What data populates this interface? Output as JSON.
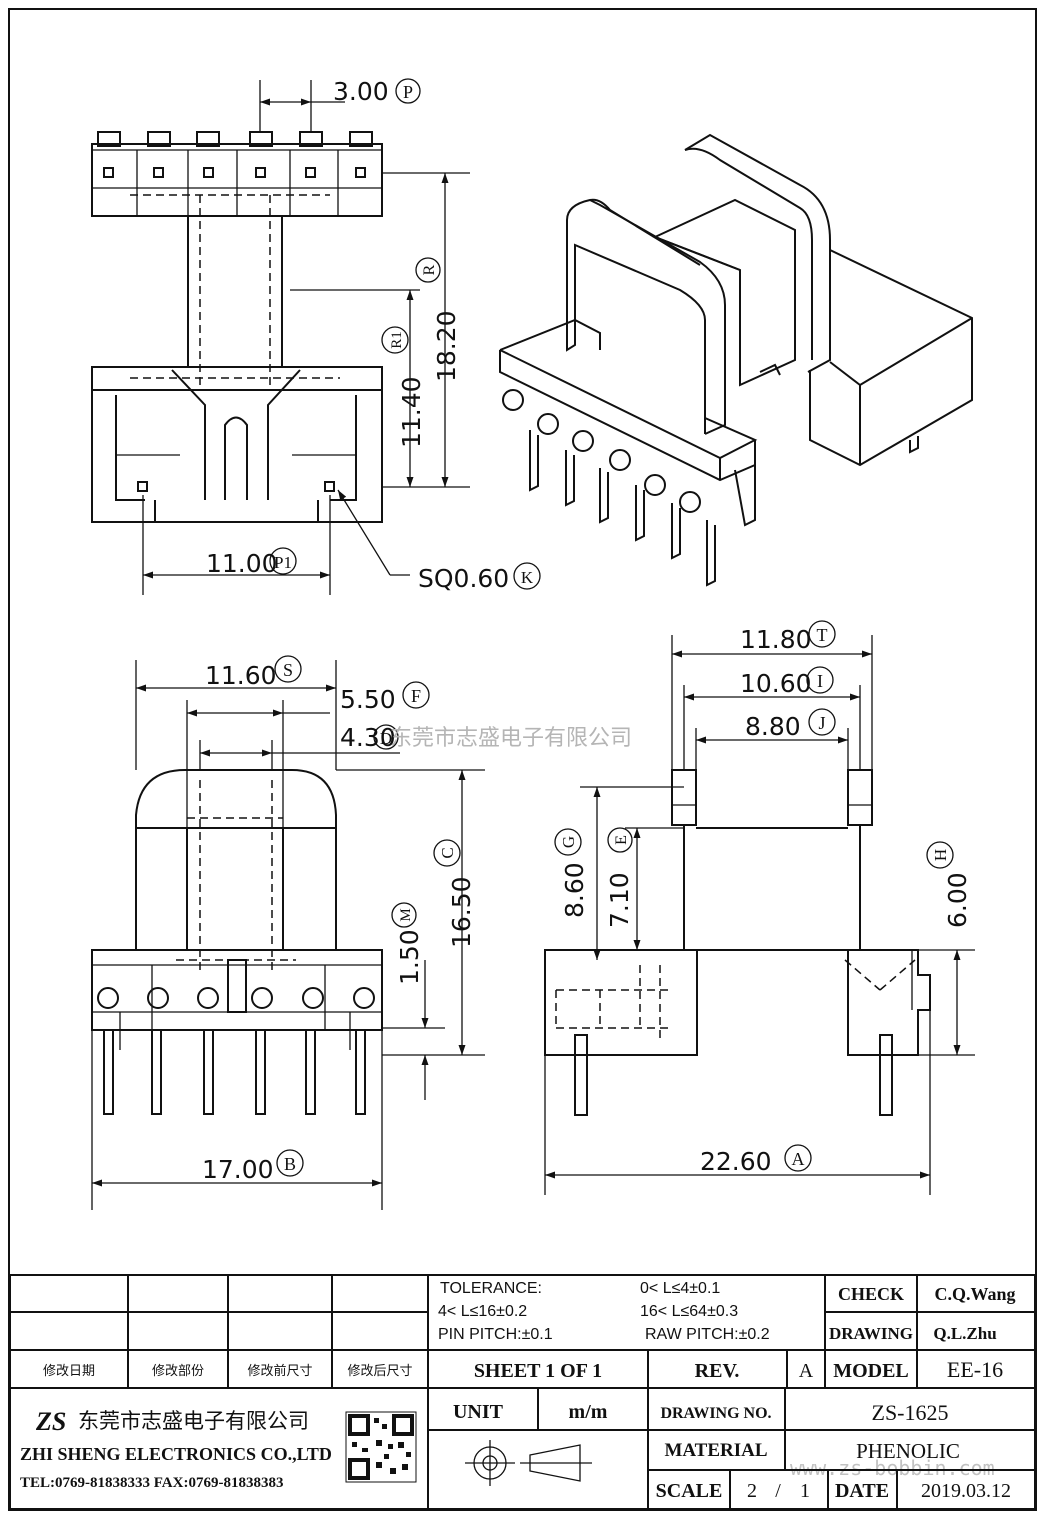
{
  "dimensions": [
    {
      "value": "3.00",
      "tag": "P"
    },
    {
      "value": "18.20",
      "tag": "R"
    },
    {
      "value": "11.40",
      "tag": "R1"
    },
    {
      "value": "11.00",
      "tag": "P1"
    },
    {
      "value": "SQ0.60",
      "tag": "K"
    },
    {
      "value": "11.60",
      "tag": "S"
    },
    {
      "value": "5.50",
      "tag": "F"
    },
    {
      "value": "4.30",
      "tag": "D"
    },
    {
      "value": "16.50",
      "tag": "C"
    },
    {
      "value": "1.50",
      "tag": "M"
    },
    {
      "value": "17.00",
      "tag": "B"
    },
    {
      "value": "11.80",
      "tag": "T"
    },
    {
      "value": "10.60",
      "tag": "I"
    },
    {
      "value": "8.80",
      "tag": "J"
    },
    {
      "value": "8.60",
      "tag": "G"
    },
    {
      "value": "7.10",
      "tag": "E"
    },
    {
      "value": "6.00",
      "tag": "H"
    },
    {
      "value": "22.60",
      "tag": "A"
    }
  ],
  "watermark": {
    "center": "东莞市志盛电子有限公司",
    "url": "www.zs-bobbin.com"
  },
  "revision_table": {
    "headers": [
      "修改日期",
      "修改部份",
      "修改前尺寸",
      "修改后尺寸"
    ]
  },
  "tolerance": {
    "title": "TOLERANCE:",
    "r1": "0< L≤4±0.1",
    "r2": "4< L≤16±0.2",
    "r3": "16< L≤64±0.3",
    "pin": "PIN PITCH:±0.1",
    "raw": "RAW PITCH:±0.2"
  },
  "approval": {
    "check_label": "CHECK",
    "check_value": "C.Q.Wang",
    "drawing_label": "DRAWING",
    "drawing_value": "Q.L.Zhu"
  },
  "sheet": {
    "sheet_label": "SHEET 1 OF 1",
    "rev_label": "REV.",
    "rev_value": "A",
    "model_label": "MODEL",
    "model_value": "EE-16"
  },
  "company": {
    "logo": "ZS",
    "name_cn": "东莞市志盛电子有限公司",
    "name_en": "ZHI SHENG ELECTRONICS CO.,LTD",
    "contact": "TEL:0769-81838333 FAX:0769-81838383"
  },
  "spec": {
    "unit_label": "UNIT",
    "unit_value": "m/m",
    "drawing_no_label": "DRAWING NO.",
    "drawing_no_value": "ZS-1625",
    "material_label": "MATERIAL",
    "material_value": "PHENOLIC",
    "scale_label": "SCALE",
    "scale_num": "2",
    "scale_sep": "/",
    "scale_den": "1",
    "date_label": "DATE",
    "date_value": "2019.03.12"
  }
}
